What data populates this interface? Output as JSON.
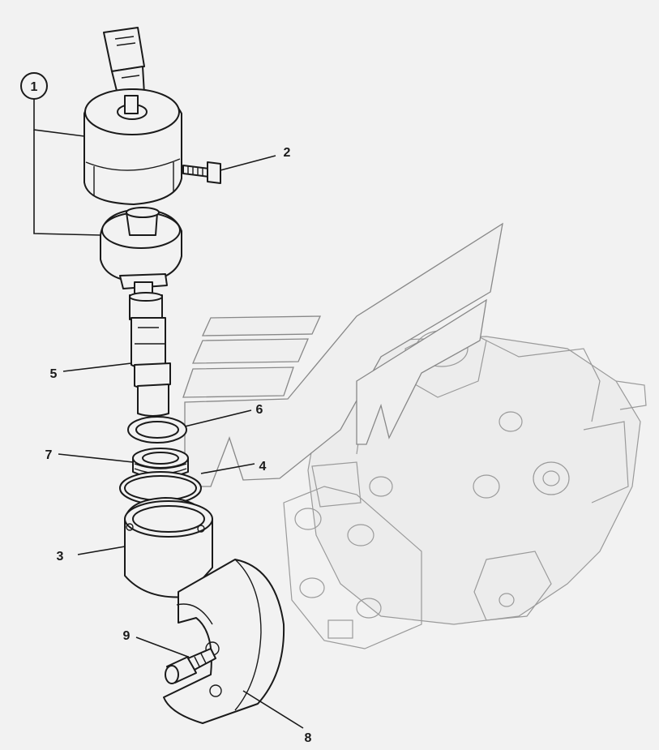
{
  "diagram": {
    "callouts": [
      {
        "id": "c1",
        "text": "1"
      },
      {
        "id": "c2",
        "text": "2"
      },
      {
        "id": "c3",
        "text": "3"
      },
      {
        "id": "c4",
        "text": "4"
      },
      {
        "id": "c5",
        "text": "5"
      },
      {
        "id": "c6",
        "text": "6"
      },
      {
        "id": "c7",
        "text": "7"
      },
      {
        "id": "c8",
        "text": "8"
      },
      {
        "id": "c9",
        "text": "9"
      }
    ]
  },
  "colors": {
    "background": "#f2f2f2",
    "line": "#1a1a1a",
    "ghost_line": "#9a9a9a"
  }
}
